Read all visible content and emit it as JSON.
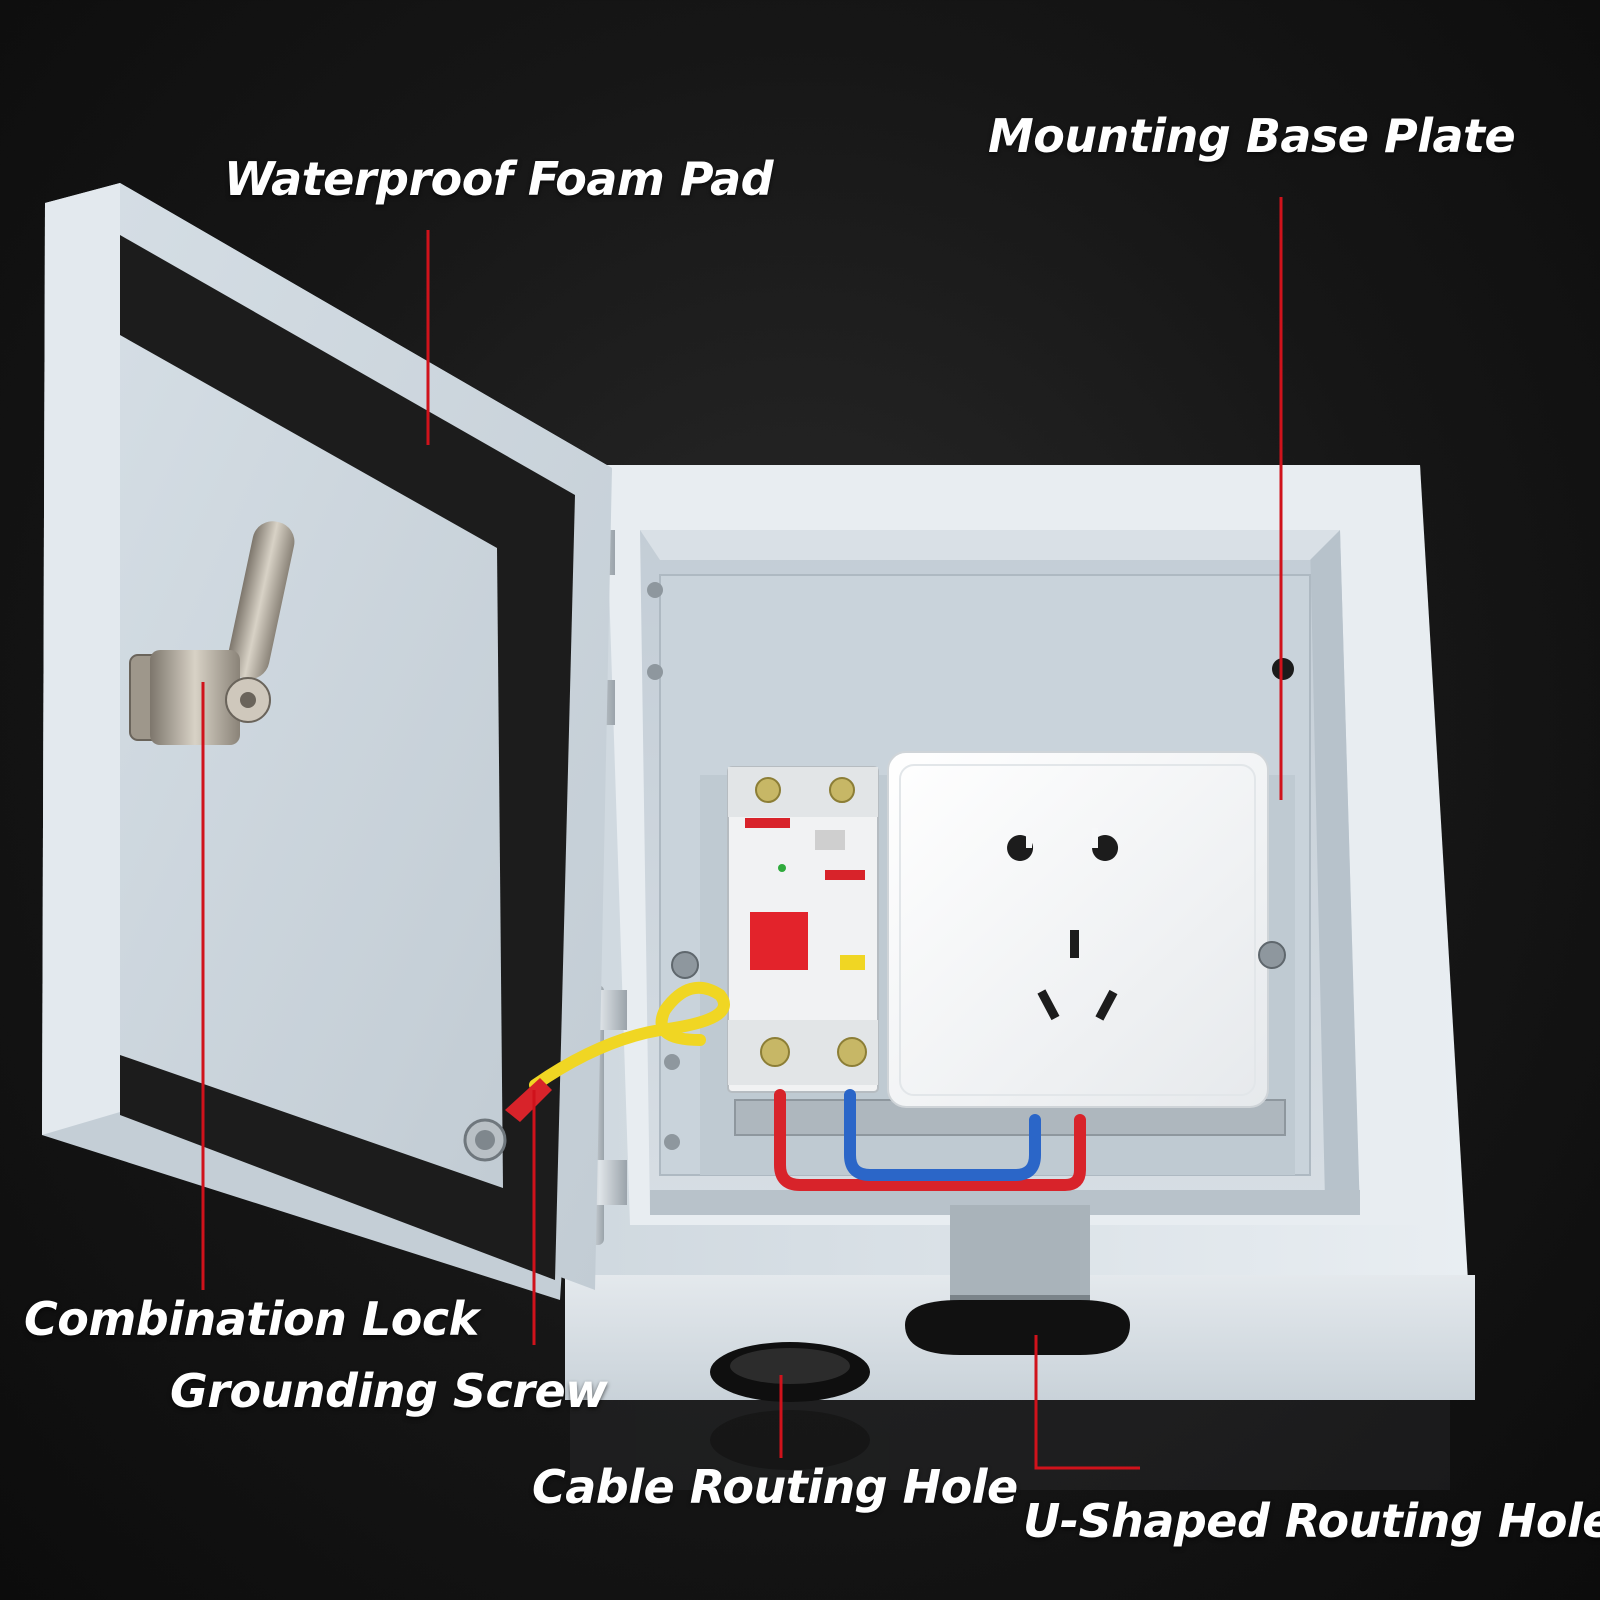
{
  "labels": {
    "waterproof_foam_pad": "Waterproof Foam Pad",
    "mounting_base_plate": "Mounting Base Plate",
    "combination_lock": "Combination Lock",
    "grounding_screw": "Grounding Screw",
    "cable_routing_hole": "Cable Routing Hole",
    "u_shaped_routing_hole": "U-Shaped Routing Hole"
  },
  "colors": {
    "background": "#121212",
    "leader_line": "#d0121b",
    "enclosure": "#dfe6ec",
    "foam_pad": "#1c1c1c",
    "wire_live": "#d8232a",
    "wire_neutral": "#2b66c8",
    "wire_ground": "#f0d623",
    "breaker_handle": "#e3232b"
  }
}
